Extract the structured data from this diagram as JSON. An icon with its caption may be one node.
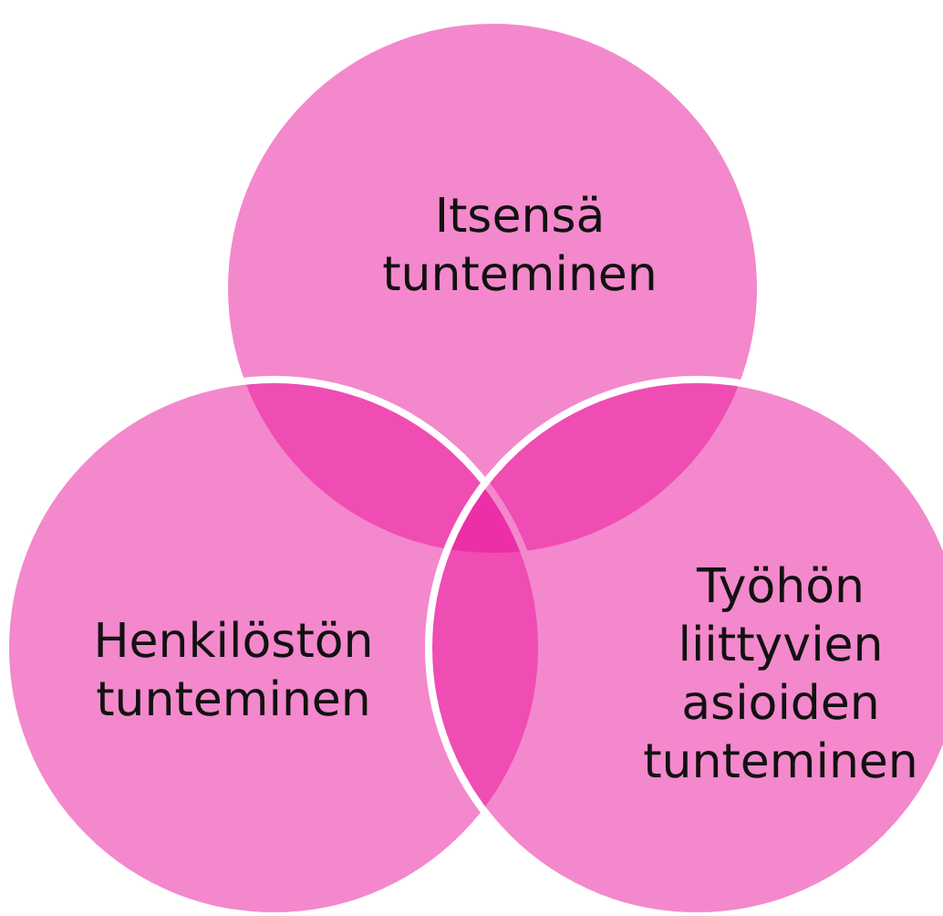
{
  "diagram": {
    "nodes": [
      {
        "text": [
          "Itsensä tunteminen"
        ]
      },
      {
        "text": [
          "Henkilöstön tunteminen"
        ]
      },
      {
        "text": [
          "Työhön liittyvien asioiden tunteminen"
        ]
      }
    ]
  }
}
